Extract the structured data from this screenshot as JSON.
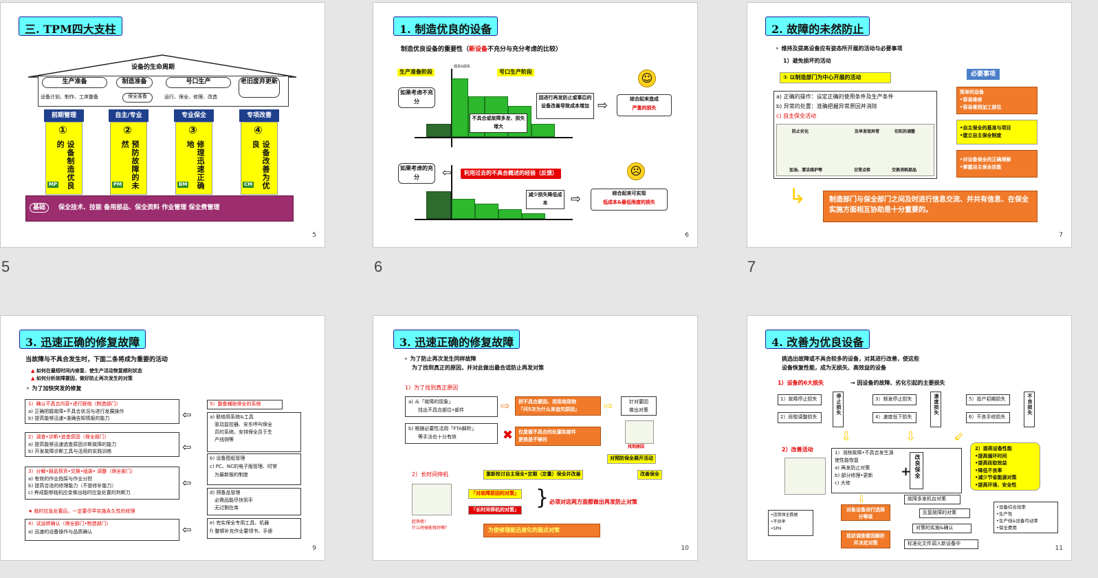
{
  "slides": [
    {
      "number_label": "5",
      "page_number": "5",
      "title": "三. TPM四大支柱",
      "roof_label": "设备的生命周期",
      "stages": [
        "生产准备",
        "制造准备",
        "号口生产",
        "老旧废弃更新"
      ],
      "stage_notes": [
        "设备计划、制作、工序整备",
        "保全准备",
        "运行、保全、修理、改造"
      ],
      "pillars": [
        {
          "head": "前期管理",
          "num": "①",
          "text": "设备制造优良的",
          "tag": "MP"
        },
        {
          "head": "自主/专业",
          "num": "②",
          "text": "预防故障的未然",
          "tag": "PM"
        },
        {
          "head": "专业保全",
          "num": "③",
          "text": "修理迅速正确地",
          "tag": "BM"
        },
        {
          "head": "专项改善",
          "num": "④",
          "text": "设备改善为优良",
          "tag": "CM"
        }
      ],
      "base_label": "基础",
      "base_text": "保全技术、技能  备用部品、保全资料    作业管理 保全费管理"
    },
    {
      "number_label": "6",
      "page_number": "6",
      "title": "1. 制造优良的设备",
      "subtitle_pre": "制造优良设备的重要性（",
      "subtitle_red": "新设备",
      "subtitle_post": "不充分与充分考虑的比较）",
      "phase1": "生产准备阶段",
      "phase2": "号口生产阶段",
      "axis_label": "成本&损失",
      "callout_insufficient": "如果考虑不充分",
      "note_problem": "不具合或故障多发、损失增大",
      "note_redesign": "因进行再发防止或事后的设备改善导致成本增加",
      "result1_line1": "综合起来造成",
      "result1_line2": "严重的损失",
      "callout_sufficient": "如果考虑的充分",
      "feedback": "利用过去的不具合概述的经验（反馈）",
      "note_reduce": "减少损失降低成本",
      "result2_line1": "综合起来可实现",
      "result2_line2": "低成本&最低限度的损失"
    },
    {
      "number_label": "7",
      "page_number": "7",
      "title": "2. 故障的未然防止",
      "bullet": "维持及提高设备应有姿态所开展的活动与必要事项",
      "sub1": "1）避免损坏的活动",
      "focus": "① 以制造部门为中心开展的活动",
      "must_label": "必要事项",
      "list": [
        "a) 正确的操作：设定正确的使用条件及生产条件",
        "b) 异常的处置：准确把握异常原因并消除",
        "c) 自主保全活动"
      ],
      "pics": [
        "防止劣化",
        "及早发现异常",
        "切实的调整"
      ],
      "pic_caps": [
        "加油、清洁维护等",
        "日常点检",
        "交换消耗部品"
      ],
      "req1": [
        "简单的设备",
        "•容易维修",
        "•容易看到加工部位"
      ],
      "req2": [
        "•自主保全的基准与项目",
        "•建立自主保全制度"
      ],
      "req3": [
        "•对设备保全的正确理解",
        "•掌握自主保全技能"
      ],
      "conclusion": "制造部门与保全部门之间及时进行信息交流、并共有信息、在保全实施方面相互协助是十分重要的。"
    },
    {
      "page_number": "9",
      "title": "3. 迅速正确的修复故障",
      "intro": "当故障与不具合发生时，下面二条将成为重要的活动",
      "points": [
        "如何在最短时间内修复、使生产活动恢复顺利状态",
        "如何分析故障要因，做好防止再次发生的对策"
      ],
      "section": "为了加快突发的修复",
      "left_boxes": [
        {
          "head": "1）确认不具合内容•进行联络（制造部门）",
          "lines": [
            "a) 正确把握故障•不具合状况与进行发展操作",
            "b) 提高能够迅速•准确告知情报的能力"
          ]
        },
        {
          "head": "2）调查•诊断•追查原因（保全部门）",
          "lines": [
            "a) 提高能够迅速追查原因诊断故障的能力",
            "b) 开发故障诊断工具与活用的实践训练"
          ]
        },
        {
          "head": "3）分解•部品到货•交换•组装• 调整（保全部门）",
          "lines": [
            "a) 有效的作业指挥与作业分担",
            "b) 提高合适的修理能力（不是修补能力）",
            "c) 养成能够临机应变做出临时应急处置的判断力"
          ]
        },
        {
          "head": "4）试运转确认（保全部门•制造部门）",
          "lines": [
            "a) 迅速的设备操作与品质确认"
          ]
        }
      ],
      "warn": "★ 临时应急处置后，一定要尽早实施永久性的修理",
      "right_head": "5）整备辅助保全的系统",
      "right_lines": [
        "a) 联络用系统&工具",
        "驱动监控器、安东呼叫保全",
        "员的系统、安排保全员于生",
        "产线侧等",
        "b) 设备图纸管理",
        "c) PC、NC的电子版管理、时常",
        "为最新版的制度",
        "d) 预备品管理",
        "必需品能尽快到手",
        "无过剩在库",
        "e) 完实保全专用工具、机器",
        "f) 整顿补充作业要领书、手册"
      ]
    },
    {
      "page_number": "10",
      "title": "3. 迅速正确的修复故障",
      "bullet": "为了防止再次发生同样故障",
      "bullet2": "为了找到真正的原因，并对此做出最合适防止再发对策",
      "s1": "1）为了找到真正原因",
      "a": [
        "a) 从「故障的现象」",
        "找出不具合部位•部件"
      ],
      "b": [
        "b) 根据必要性活用「FTA解析」",
        "等手法也十分有效"
      ],
      "o1": [
        "把不具合要因、用现地现物",
        "「问5次为什么来追究原因」"
      ],
      "o2": [
        "仅是做不具合的处置和部件",
        "更换是不够的"
      ],
      "out1": [
        "针对要因",
        "做出对策"
      ],
      "pic_label": "找到原因",
      "y1": "对预防保全展开活动",
      "s2": "2）长时间停机",
      "y2": "重新检讨自主保全•定期（定量）保全并改善",
      "y3": "改善保全",
      "r1": "「对故障原因的对策」",
      "r2": "「长时间停机的对策」",
      "red_note": "必须对这两方面都做出再发防止对策",
      "o3": "为使修理能迅速化的弱点对策",
      "caption": [
        "赶快修！",
        "什么时候能修好啊？"
      ]
    },
    {
      "page_number": "11",
      "title": "4. 改善为优良设备",
      "intro": [
        "挑选出故障或不具合较多的设备，对其进行改善，使这些",
        "设备恢复性能，成为无损失、高效益的设备"
      ],
      "s1": "1）设备的6大损失",
      "s1_note": "→ 因设备的故障、劣化引起的主要损失",
      "losses": [
        "1）故障停止损失",
        "2）段取调整损失",
        "3）频发停止损失",
        "4）速度低下损失",
        "5）投产初期损失",
        "6）不良手修损失"
      ],
      "loss_groups": [
        "停止损失",
        "速度损失",
        "不良损失"
      ],
      "s2": "2）改善活动",
      "center_lines": [
        "1）消除故障•不具合发生源",
        "使性能恢复",
        "a) 再发防止对策",
        "b) 部分修理•更新",
        "c) 大修"
      ],
      "plus": "+",
      "gaishan": "改良保全",
      "y_head": "2）提高设备性能",
      "y_lines": [
        "•提高循环时间",
        "•提高段取效益",
        "•降低不良率",
        "•减少节省能源对策",
        "•提高环境、安全性"
      ],
      "left_list": [
        "•适用保全数据",
        "•不良率",
        "•SPH"
      ],
      "o_boxes": [
        "对象设备进行选择分等级",
        "现状调查要因解析并决定对策"
      ],
      "mid_boxes": [
        "故障多发机台对策",
        "反复故障的对策",
        "对策的实施&确认",
        "标准化文件调入新设备中"
      ],
      "right_list": [
        "•设备综合效率",
        "•生产性",
        "•生产线&设备可动率",
        "•保全费用"
      ]
    }
  ],
  "colors": {
    "accent_cyan": "#66ffff",
    "pillar_yellow": "#ffff00",
    "base_purple": "#9c2d6e",
    "orange": "#f07a2a",
    "green_bar": "#2db82d",
    "navy": "#1e3f8c"
  }
}
